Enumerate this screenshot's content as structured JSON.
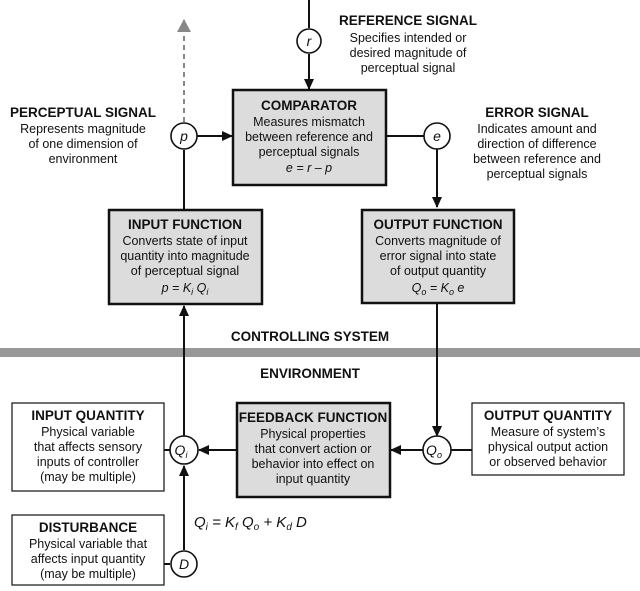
{
  "reference_signal": {
    "title": "REFERENCE SIGNAL",
    "lines": [
      "Specifies intended or",
      "desired magnitude of",
      "perceptual signal"
    ]
  },
  "perceptual_signal": {
    "title": "PERCEPTUAL SIGNAL",
    "lines": [
      "Represents magnitude",
      "of one dimension of",
      "environment"
    ]
  },
  "error_signal": {
    "title": "ERROR SIGNAL",
    "lines": [
      "Indicates amount and",
      "direction of difference",
      "between reference and",
      "perceptual signals"
    ]
  },
  "comparator": {
    "title": "COMPARATOR",
    "lines": [
      "Measures mismatch",
      "between reference and",
      "perceptual signals"
    ],
    "formula": "e = r – p"
  },
  "input_function": {
    "title": "INPUT FUNCTION",
    "lines": [
      "Converts state of input",
      "quantity into magnitude",
      "of perceptual signal"
    ],
    "formula": {
      "lhs": "p = K",
      "sub1": "i",
      "mid": " Q",
      "sub2": "i"
    }
  },
  "output_function": {
    "title": "OUTPUT FUNCTION",
    "lines": [
      "Converts magnitude of",
      "error signal into state",
      "of output quantity"
    ],
    "formula": {
      "lhs": "Q",
      "sub1": "o",
      "mid": " = K",
      "sub2": "o",
      "tail": " e"
    }
  },
  "controlling_system_label": "CONTROLLING SYSTEM",
  "environment_label": "ENVIRONMENT",
  "feedback_function": {
    "title": "FEEDBACK FUNCTION",
    "lines": [
      "Physical properties",
      "that convert action or",
      "behavior into effect on",
      "input quantity"
    ]
  },
  "input_quantity": {
    "title": "INPUT QUANTITY",
    "lines": [
      "Physical variable",
      "that affects sensory",
      "inputs of controller",
      "(may be multiple)"
    ]
  },
  "output_quantity": {
    "title": "OUTPUT QUANTITY",
    "lines": [
      "Measure of system’s",
      "physical output action",
      "or observed behavior"
    ]
  },
  "disturbance": {
    "title": "DISTURBANCE",
    "lines": [
      "Physical variable that",
      "affects input quantity",
      "(may be multiple)"
    ]
  },
  "nodes": {
    "r": "r",
    "p": "p",
    "e": "e",
    "Qi": "Q",
    "Qi_sub": "i",
    "Qo": "Q",
    "Qo_sub": "o",
    "D": "D"
  },
  "environment_equation": {
    "p1": "Q",
    "s1": "i",
    "p2": " = K",
    "s2": "f",
    "p3": " Q",
    "s3": "o",
    "p4": " + K",
    "s4": "d",
    "p5": " D"
  }
}
